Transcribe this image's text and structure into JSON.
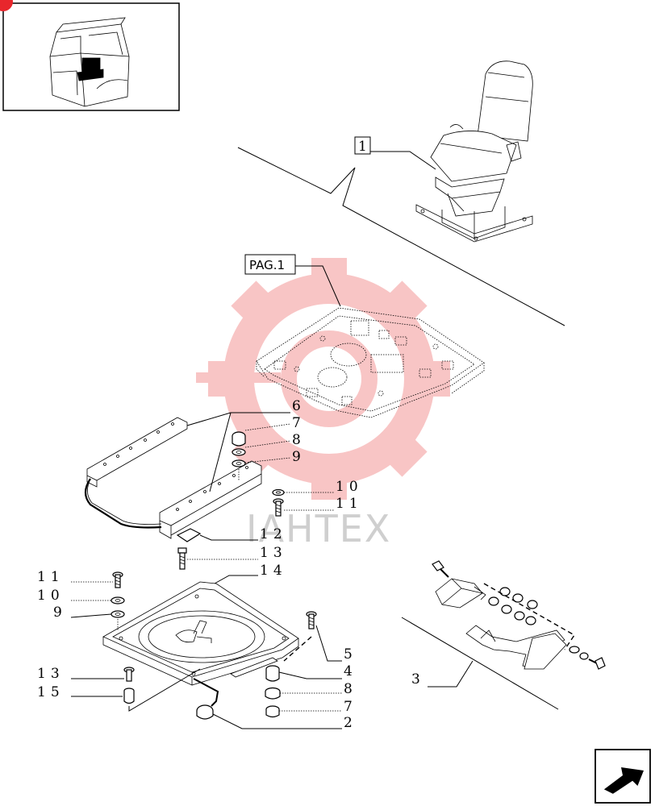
{
  "pag_ref": "PAG.1",
  "watermark": "IAHTEX",
  "callouts": {
    "c1": "1",
    "c2": "2",
    "c3": "3",
    "c4": "4",
    "c5": "5",
    "c6": "6",
    "c7_upper": "7",
    "c7_lower": "7",
    "c8_upper": "8",
    "c8_lower": "8",
    "c9_upper": "9",
    "c9_lower": "9",
    "c10_upper": "10",
    "c10_lower": "10",
    "c11_upper": "11",
    "c11_lower": "11",
    "c12": "12",
    "c13_upper": "13",
    "c13_lower": "13",
    "c14": "14",
    "c15": "15"
  },
  "icons": {
    "thumbnail": "tractor-cab-thumbnail-icon",
    "nav": "next-page-arrow-icon"
  },
  "colors": {
    "watermark_gear": "#f4a3a3",
    "badge": "#e8262c"
  }
}
